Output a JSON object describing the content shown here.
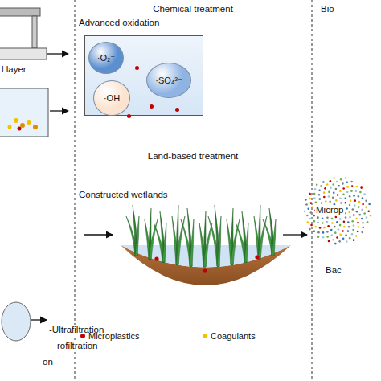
{
  "diagram": {
    "nodes": [
      {
        "text": [
          "Advanced oxidation"
        ]
      },
      {
        "text": [
          "·O₂⁻"
        ],
        "in": 0
      },
      {
        "text": [
          "·OH"
        ],
        "in": 0
      },
      {
        "text": [
          "·SO₄²⁻"
        ],
        "in": 0
      },
      {
        "text": [
          "Constructed wetlands"
        ]
      }
    ],
    "labels": [
      "Chemical treatment",
      "Land-based treatment",
      "l layer",
      "-Ultrafiltration",
      "rofiltration",
      "on",
      "Bio",
      "Microp",
      "Bac"
    ],
    "legend": [
      {
        "text": "Microplastics",
        "color": "#c00000"
      },
      {
        "text": "Coagulants",
        "color": "#f2c200"
      }
    ]
  }
}
